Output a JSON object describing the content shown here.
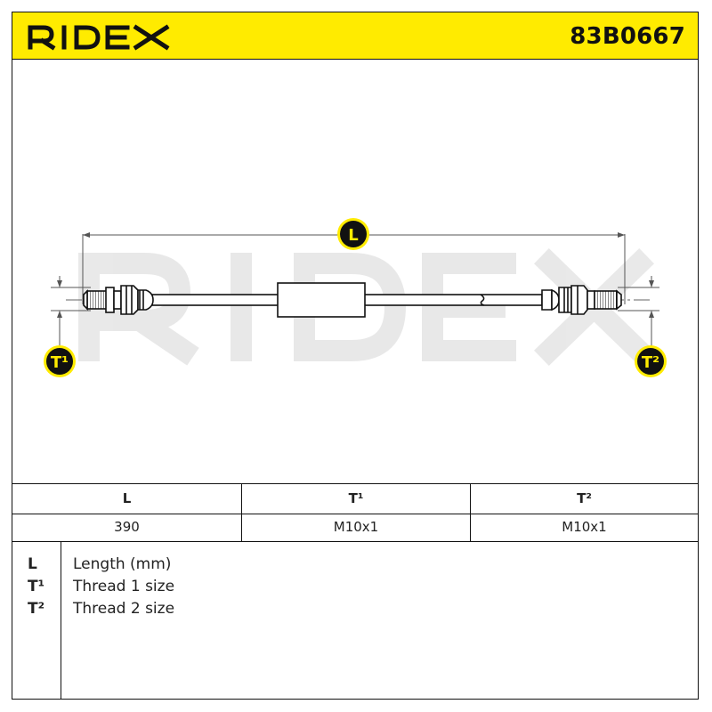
{
  "header": {
    "brand_name": "RIDEX",
    "part_number": "83B0667",
    "brand_color": "#ffeb00"
  },
  "drawing": {
    "length_marker": "L",
    "thread_1_marker": "T¹",
    "thread_2_marker": "T²",
    "watermark_text": "RIDEX"
  },
  "specs": {
    "headers": [
      "L",
      "T¹",
      "T²"
    ],
    "values": [
      "390",
      "M10x1",
      "M10x1"
    ]
  },
  "legend": {
    "items": [
      {
        "key": "L",
        "description": "Length (mm)"
      },
      {
        "key": "T¹",
        "description": "Thread 1 size"
      },
      {
        "key": "T²",
        "description": "Thread 2 size"
      }
    ]
  }
}
